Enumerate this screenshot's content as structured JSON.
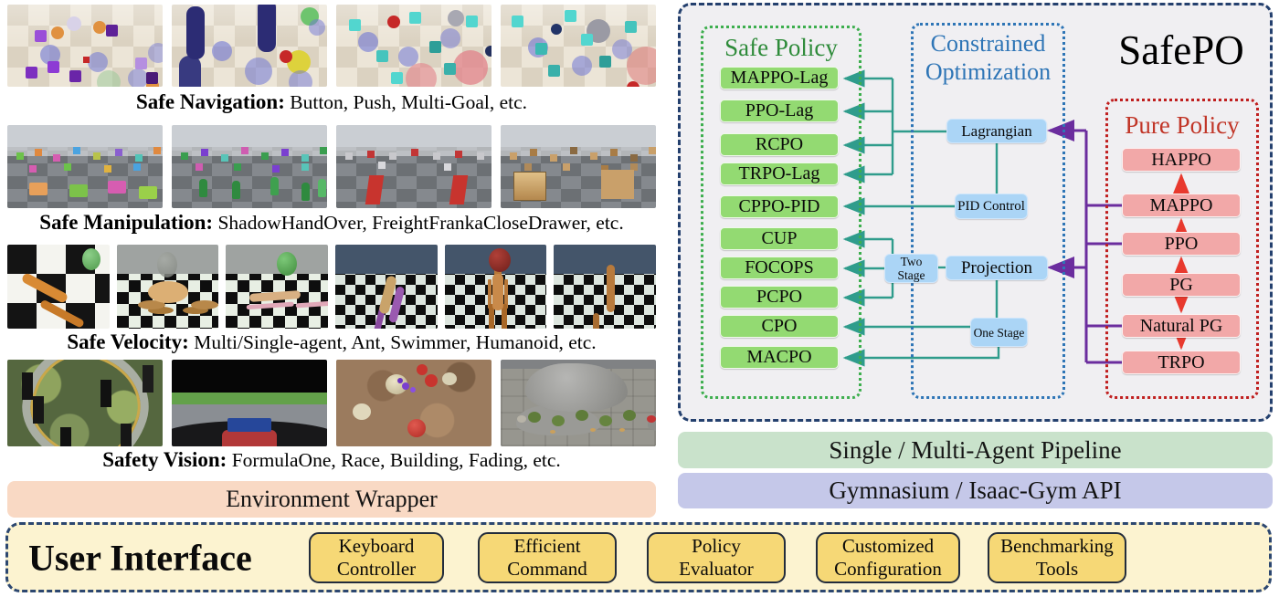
{
  "figure": {
    "env_sections": [
      {
        "label": "Safe Navigation:",
        "examples": " Button, Push, Multi-Goal, etc."
      },
      {
        "label": "Safe Manipulation:",
        "examples": " ShadowHandOver, FreightFrankaCloseDrawer, etc."
      },
      {
        "label": "Safe Velocity:",
        "examples": " Multi/Single-agent, Ant, Swimmer, Humanoid, etc."
      },
      {
        "label": "Safety Vision:",
        "examples": " FormulaOne, Race, Building, Fading, etc."
      }
    ],
    "environment_wrapper": "Environment Wrapper",
    "diagram": {
      "title": "SafePO",
      "safe_policy": {
        "title": "Safe Policy",
        "algorithms": [
          "MAPPO-Lag",
          "PPO-Lag",
          "RCPO",
          "TRPO-Lag",
          "CPPO-PID",
          "CUP",
          "FOCOPS",
          "PCPO",
          "CPO",
          "MACPO"
        ]
      },
      "constrained_optimization": {
        "title": "Constrained Optimization",
        "title_lines": [
          "Constrained",
          "Optimization"
        ],
        "methods": [
          "Lagrangian",
          "PID Control",
          "Two Stage",
          "Projection",
          "One Stage"
        ]
      },
      "pure_policy": {
        "title": "Pure Policy",
        "algorithms": [
          "HAPPO",
          "MAPPO",
          "PPO",
          "PG",
          "Natural PG",
          "TRPO"
        ]
      }
    },
    "pipeline_bar": "Single / Multi-Agent Pipeline",
    "api_bar": "Gymnasium / Isaac-Gym API",
    "user_interface": {
      "title": "User Interface",
      "tools": [
        "Keyboard Controller",
        "Efficient Command",
        "Policy Evaluator",
        "Customized Configuration",
        "Benchmarking Tools"
      ]
    },
    "colors": {
      "teal_arrow": "#2f9c8c",
      "purple_arrow": "#6b2d9e",
      "red_arrow": "#e8392e",
      "green_box": "#93da72",
      "pink_box": "#f2a8a8",
      "blue_box": "#abd5f6",
      "green_border": "#3dae4e",
      "blue_border": "#2e75b6",
      "red_border": "#c01f1f",
      "outer_dashed": "#24406e",
      "env_wrapper_bar": "#f9d9c4",
      "pipeline_bar": "#c9e2cb",
      "api_bar": "#c5c8e9",
      "ui_panel": "#fcf3d0",
      "ui_button": "#f6d876"
    }
  }
}
